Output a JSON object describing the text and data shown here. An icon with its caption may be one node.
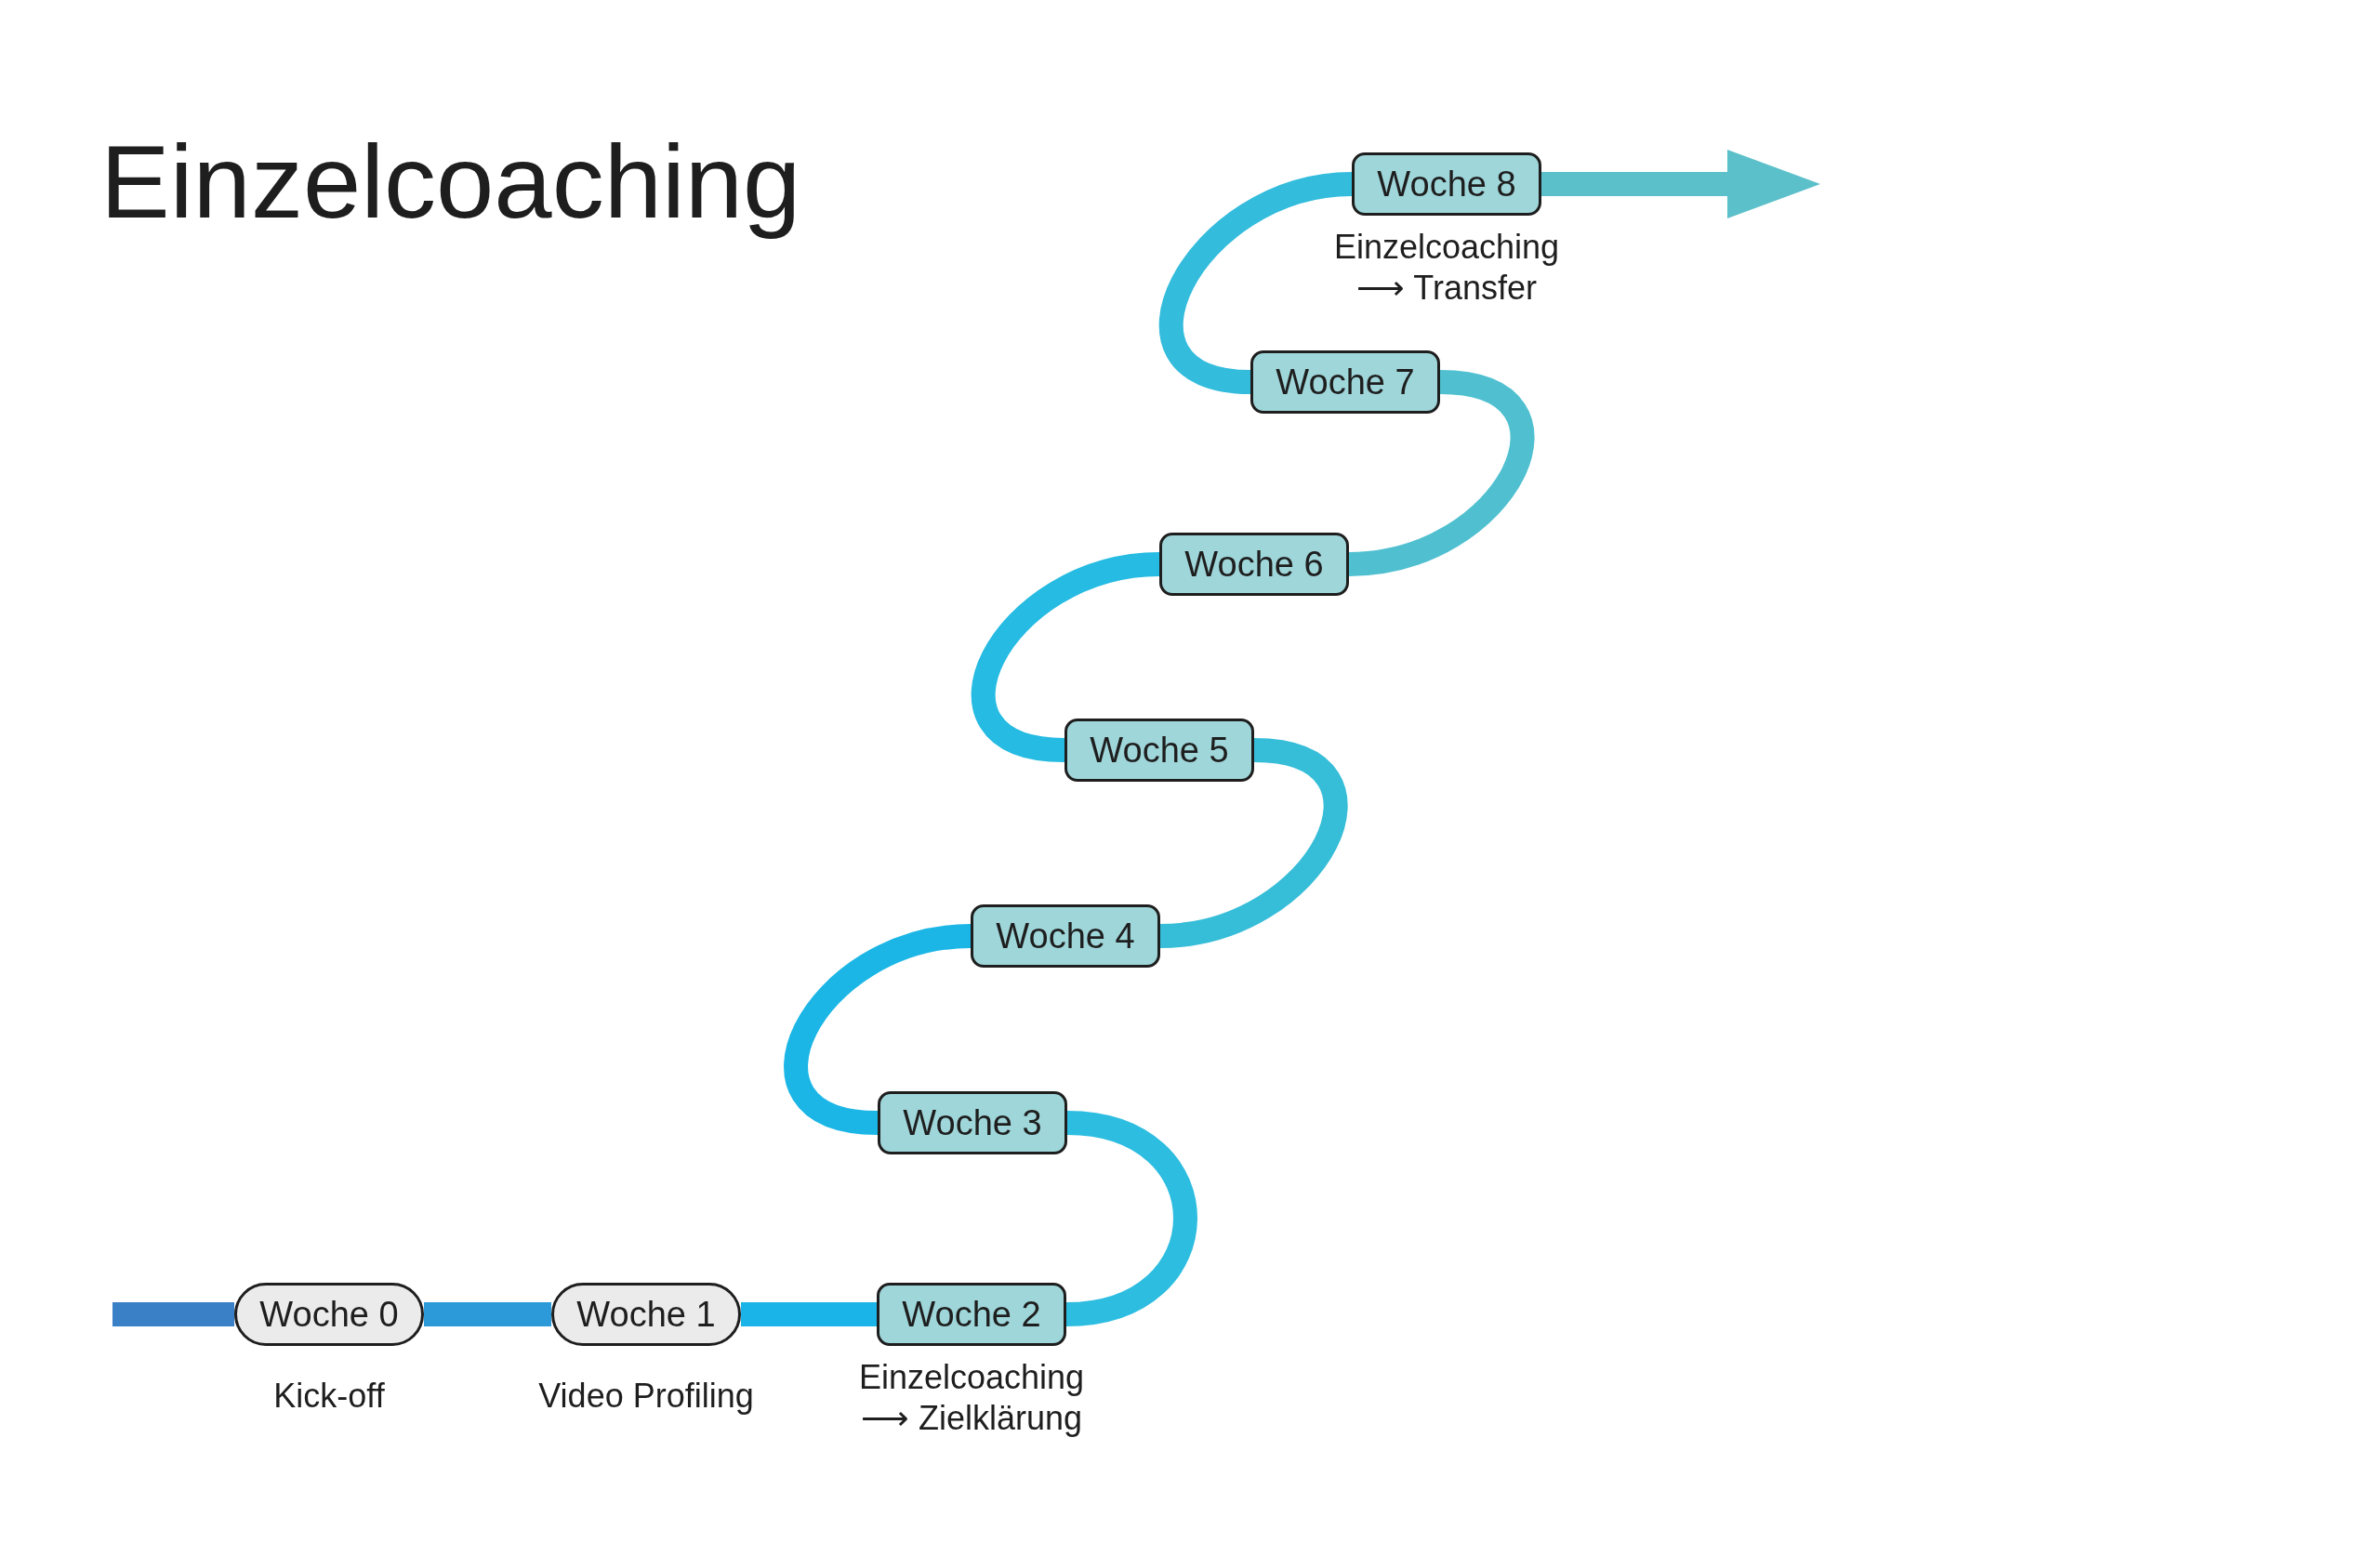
{
  "diagram": {
    "title": "Einzelcoaching",
    "nodes": [
      {
        "text": [
          "Woche 0"
        ],
        "beside": [
          "Kick-off"
        ]
      },
      {
        "text": [
          "Woche 1"
        ],
        "beside": [
          "Video Profiling"
        ]
      },
      {
        "text": [
          "Woche 2"
        ],
        "beside": [
          "Einzelcoaching",
          "⟶ Zielklärung"
        ]
      },
      {
        "text": [
          "Woche 3"
        ]
      },
      {
        "text": [
          "Woche 4"
        ]
      },
      {
        "text": [
          "Woche 5"
        ]
      },
      {
        "text": [
          "Woche 6"
        ]
      },
      {
        "text": [
          "Woche 7"
        ]
      },
      {
        "text": [
          "Woche 8"
        ],
        "beside": [
          "Einzelcoaching",
          "⟶ Transfer"
        ]
      }
    ],
    "edges": [
      {
        "from": null,
        "to": 0,
        "arrow": "none",
        "color": "#3a80c6"
      },
      {
        "from": 0,
        "to": 1,
        "arrow": "none",
        "color": "#2c9ad8"
      },
      {
        "from": 1,
        "to": 2,
        "arrow": "none",
        "color": "#1ab4e8"
      },
      {
        "from": 2,
        "to": 3,
        "arrow": "none",
        "color": "#2dbde0"
      },
      {
        "from": 3,
        "to": 4,
        "arrow": "none",
        "color": "#1bb6e6"
      },
      {
        "from": 4,
        "to": 5,
        "arrow": "none",
        "color": "#36bdd8"
      },
      {
        "from": 5,
        "to": 6,
        "arrow": "none",
        "color": "#25bbe2"
      },
      {
        "from": 6,
        "to": 7,
        "arrow": "none",
        "color": "#50c0d0"
      },
      {
        "from": 7,
        "to": 8,
        "arrow": "none",
        "color": "#33bcdc"
      },
      {
        "from": 8,
        "to": null,
        "arrow": "to",
        "color": "#5bc0ca"
      }
    ]
  }
}
